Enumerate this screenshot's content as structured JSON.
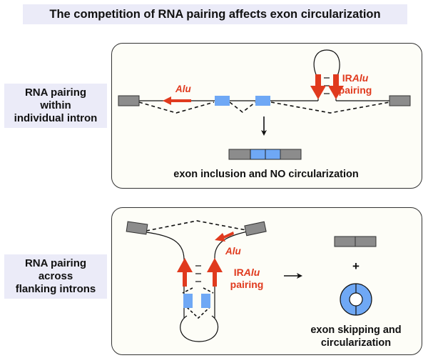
{
  "title": "The competition of RNA pairing affects exon circularization",
  "colors": {
    "label_bg": "#ebebf8",
    "panel_bg": "#fdfdf7",
    "alu_red": "#e03a1e",
    "exon_blue": "#6fa8f5",
    "flank_exon_gray": "#8c8c8c",
    "line_black": "#111111"
  },
  "panel1": {
    "side_label": [
      "RNA pairing",
      "within",
      "individual intron"
    ],
    "alu_label": "Alu",
    "iralu_label_prefix": "IR",
    "iralu_label_italic": "Alu",
    "pairing_label": "pairing",
    "outcome": "exon inclusion and NO circularization"
  },
  "panel2": {
    "side_label": [
      "RNA pairing",
      "across",
      "flanking introns"
    ],
    "alu_label": "Alu",
    "iralu_label_prefix": "IR",
    "iralu_label_italic": "Alu",
    "pairing_label": "pairing",
    "plus": "+",
    "outcome": [
      "exon skipping and",
      "circularization"
    ]
  }
}
